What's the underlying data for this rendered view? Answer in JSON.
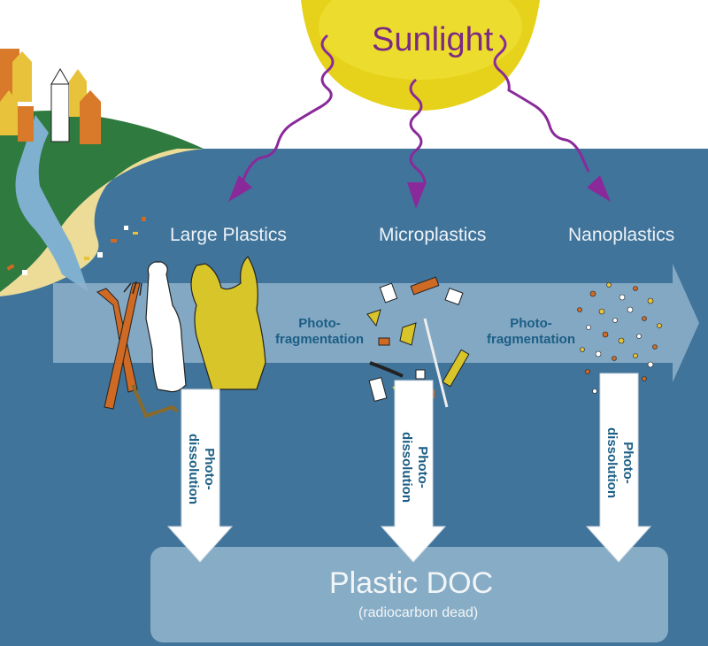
{
  "sunlight_label": "Sunlight",
  "stages": {
    "large": "Large Plastics",
    "micro": "Microplastics",
    "nano": "Nanoplastics"
  },
  "fragmentation": {
    "first_line1": "Photo-",
    "first_line2": "fragmentation",
    "second_line1": "Photo-",
    "second_line2": "fragmentation"
  },
  "dissolution": {
    "line1": "Photo-",
    "line2": "dissolution"
  },
  "doc": {
    "title": "Plastic DOC",
    "subtitle": "(radiocarbon dead)"
  },
  "colors": {
    "ocean": "#40749b",
    "sky": "#ffffff",
    "sun": "#e6d21a",
    "sunlight_text": "#7a2a82",
    "rays": "#8a2a9a",
    "land": "#2f7a3f",
    "beach": "#ecdc98",
    "river": "#7fb0d0",
    "flow_arrow": "#8fb2ca",
    "doc_box": "#8fb2ca",
    "label_text": "#1b5e85",
    "bag": "#d8c52a",
    "utensils": "#cf6a25"
  }
}
